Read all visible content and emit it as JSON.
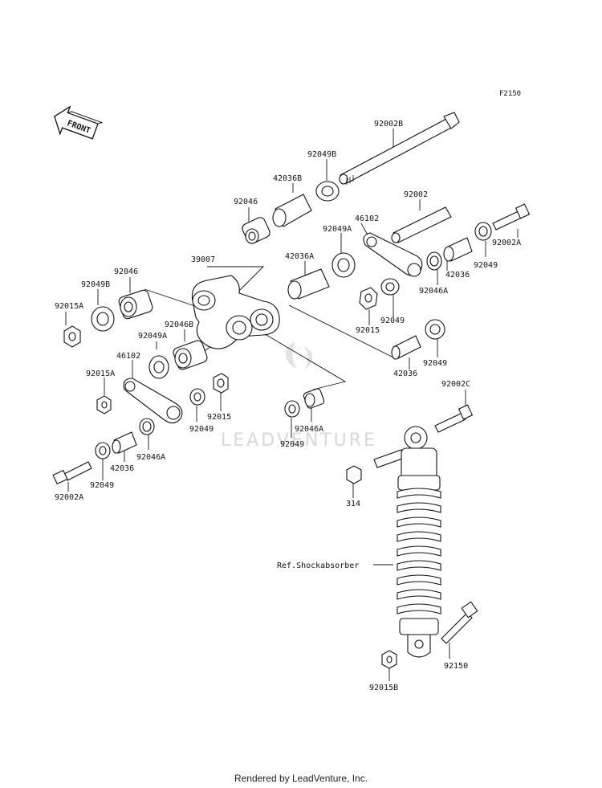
{
  "diagram_code": "F2150",
  "front_label": "FRONT",
  "watermark": "LEADVENTURE",
  "footer": "Rendered by LeadVenture, Inc.",
  "labels": [
    "92002B",
    "92049B",
    "42036B",
    "92046",
    "92002",
    "46102",
    "92049A",
    "92002A",
    "92049",
    "39007",
    "42036A",
    "92046",
    "92049B",
    "92015A",
    "92046A",
    "42036",
    "92049",
    "92015",
    "92046B",
    "92049A",
    "92049",
    "42036",
    "46102",
    "92015A",
    "92015",
    "92049",
    "92046A",
    "92049",
    "92002C",
    "42036",
    "92046A",
    "92049",
    "92002A",
    "314",
    "Ref.Shockabsorber",
    "92150",
    "92015B"
  ]
}
